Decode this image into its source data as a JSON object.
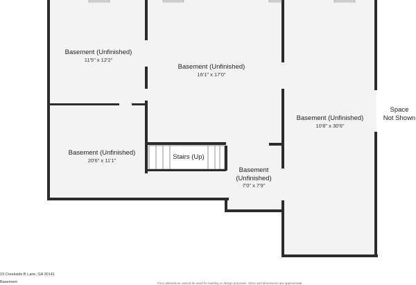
{
  "floorplan": {
    "colors": {
      "floor": "#f3f3f3",
      "wall": "#2b2b2b",
      "window": "#cfcfcf"
    },
    "rooms": [
      {
        "id": "basement-nw",
        "name": "Basement (Unfinished)",
        "dims": "11'5\" x 12'2\""
      },
      {
        "id": "basement-center",
        "name": "Basement (Unfinished)",
        "dims": "16'1\" x 17'0\""
      },
      {
        "id": "basement-east",
        "name": "Basement (Unfinished)",
        "dims": "10'8\" x 30'6\""
      },
      {
        "id": "basement-sw",
        "name": "Basement (Unfinished)",
        "dims": "20'6\" x 11'1\""
      },
      {
        "id": "basement-small",
        "name_line1": "Basement",
        "name_line2": "(Unfinished)",
        "dims": "7'0\" x 7'9\""
      }
    ],
    "stairs_label": "Stairs (Up)",
    "space_not_shown": {
      "line1": "Space",
      "line2": "Not Shown"
    },
    "footer": {
      "address": "19 Creekside B Lane, GA 30141",
      "floor_name": "Basement",
      "disclaimer": "Floor plans/tours cannot be used for building or design purposes. Sizes and dimensions are approximate"
    }
  }
}
